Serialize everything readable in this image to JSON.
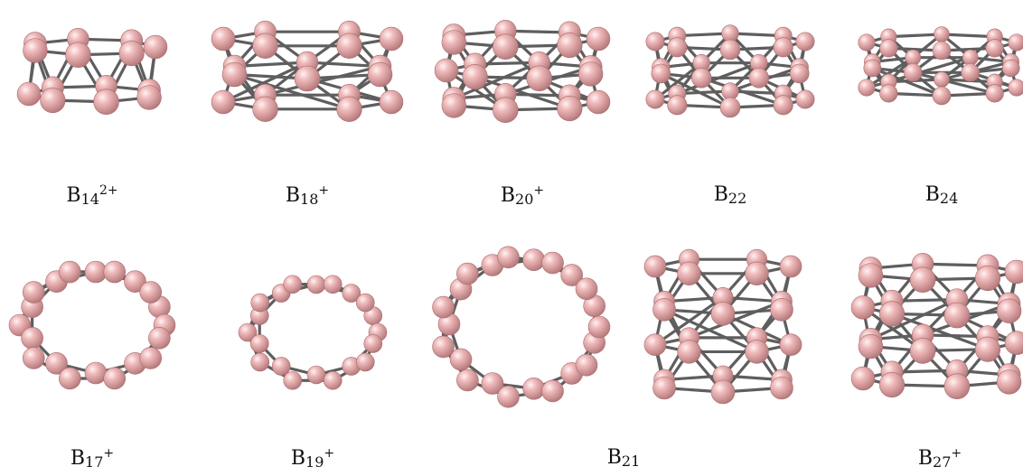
{
  "colors": {
    "atom": "#e8a9aa",
    "bond": "#5e5e5e"
  },
  "clusters": [
    {
      "id": "B14_2plus",
      "base": "B",
      "sub": "14",
      "sup": "2+",
      "shape": "tube"
    },
    {
      "id": "B18_plus",
      "base": "B",
      "sub": "18",
      "sup": "+",
      "shape": "tube"
    },
    {
      "id": "B20_plus",
      "base": "B",
      "sub": "20",
      "sup": "+",
      "shape": "tube"
    },
    {
      "id": "B22",
      "base": "B",
      "sub": "22",
      "sup": "",
      "shape": "tube"
    },
    {
      "id": "B24",
      "base": "B",
      "sub": "24",
      "sup": "",
      "shape": "tube"
    },
    {
      "id": "B17_plus",
      "base": "B",
      "sub": "17",
      "sup": "+",
      "shape": "ring"
    },
    {
      "id": "B19_plus",
      "base": "B",
      "sub": "19",
      "sup": "+",
      "shape": "ring"
    },
    {
      "id": "B21_ring",
      "base": "",
      "sub": "",
      "sup": "",
      "shape": "ring"
    },
    {
      "id": "B21_cage",
      "base": "",
      "sub": "",
      "sup": "",
      "shape": "cage"
    },
    {
      "id": "B27_plus",
      "base": "B",
      "sub": "27",
      "sup": "+",
      "shape": "tube"
    }
  ],
  "shared_label": {
    "base": "B",
    "sub": "21",
    "sup": ""
  }
}
